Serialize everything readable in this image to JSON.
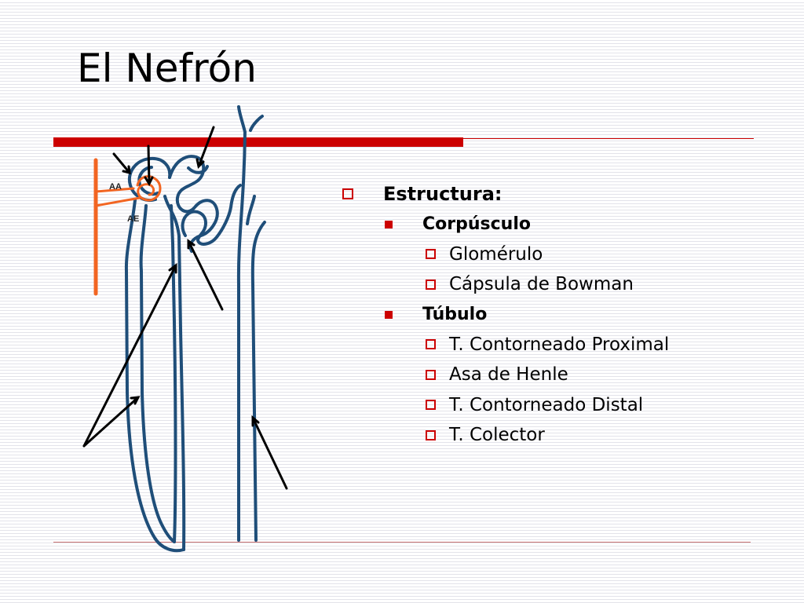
{
  "slide": {
    "title": "El Nefrón"
  },
  "diagram": {
    "labels": {
      "afferent": "AA",
      "efferent": "AE"
    },
    "colors": {
      "tubule": "#1f4e79",
      "vessel": "#f26522",
      "accent": "#cc0000",
      "arrow": "#000000"
    }
  },
  "outline": {
    "heading": "Estructura:",
    "sections": [
      {
        "label": "Corpúsculo",
        "items": [
          "Glomérulo",
          "Cápsula de Bowman"
        ]
      },
      {
        "label": "Túbulo",
        "items": [
          "T. Contorneado Proximal",
          "Asa de Henle",
          "T. Contorneado Distal",
          "T. Colector"
        ]
      }
    ]
  }
}
